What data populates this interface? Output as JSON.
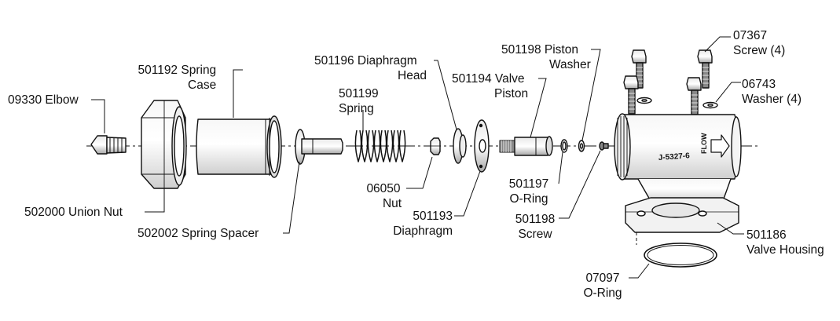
{
  "title": "",
  "parts": {
    "elbow": {
      "num": "09330",
      "name": "Elbow"
    },
    "union_nut": {
      "num": "502000",
      "name": "Union Nut"
    },
    "spring_case": {
      "num": "501192",
      "line1": "Spring",
      "line2": "Case"
    },
    "spring_spacer": {
      "num": "502002",
      "name": "Spring Spacer"
    },
    "spring": {
      "num": "501199",
      "name": "Spring"
    },
    "diaphragm_head": {
      "num": "501196",
      "line1": "Diaphragm",
      "line2": "Head"
    },
    "nut": {
      "num": "06050",
      "name": "Nut"
    },
    "diaphragm": {
      "num": "501193",
      "name": "Diaphragm"
    },
    "valve_piston": {
      "num": "501194",
      "line1": "Valve",
      "line2": "Piston"
    },
    "piston_washer": {
      "num": "501198",
      "line1": "Piston",
      "line2": "Washer"
    },
    "o_ring_piston": {
      "num": "501197",
      "name": "O-Ring"
    },
    "screw_piston": {
      "num": "501198",
      "name": "Screw"
    },
    "screw": {
      "num": "07367",
      "name": "Screw (4)"
    },
    "washer": {
      "num": "06743",
      "name": "Washer (4)"
    },
    "valve_housing": {
      "num": "501186",
      "name": "Valve Housing"
    },
    "o_ring_housing": {
      "num": "07097",
      "name": "O-Ring"
    }
  },
  "housing_marks": {
    "part_code": "J-5327-6",
    "flow": "FLOW"
  },
  "colors": {
    "ink": "#111111",
    "fill_light": "#f4f4f4",
    "fill_mid": "#d8d8d8",
    "fill_dark": "#9a9a9a"
  }
}
